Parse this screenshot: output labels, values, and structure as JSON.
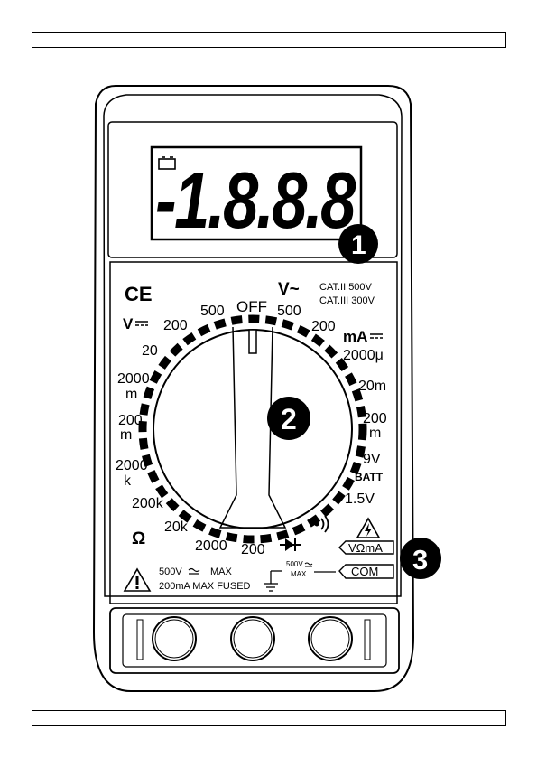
{
  "header_box_text": "",
  "footer_box_text": "",
  "display": {
    "reading": "-1.8.8.8",
    "battery_symbol": "battery-icon"
  },
  "callouts": [
    "1",
    "2",
    "3"
  ],
  "marks": {
    "ce": "CE",
    "cat_ii": "CAT.II 500V",
    "cat_iii": "CAT.III 300V",
    "voltage_input_warning": "500V",
    "max": "MAX"
  },
  "dial": {
    "off": "OFF",
    "ac_voltage_symbol": "V~",
    "ac_voltage": [
      "500",
      "200"
    ],
    "dc_current_symbol": "mA",
    "dc_current": [
      "2000μ",
      "20m",
      "200\nm"
    ],
    "battery_test": [
      "9V",
      "BATT",
      "1.5V"
    ],
    "continuity_icon": "sound-wave-icon",
    "diode_icon": "diode-icon",
    "dc_voltage_symbol": "V",
    "dc_voltage": [
      "500",
      "200",
      "20",
      "2000\nm",
      "200\nm"
    ],
    "resistance_symbol": "Ω",
    "resistance": [
      "2000\nk",
      "200k",
      "20k",
      "2000",
      "200"
    ]
  },
  "terminals": {
    "vma": "VΩmA",
    "com": "COM",
    "com_rating": "500V\nMAX"
  },
  "fuse_warning": {
    "line1": "500V",
    "line1_suffix": "MAX",
    "line2": "200mA MAX FUSED"
  }
}
